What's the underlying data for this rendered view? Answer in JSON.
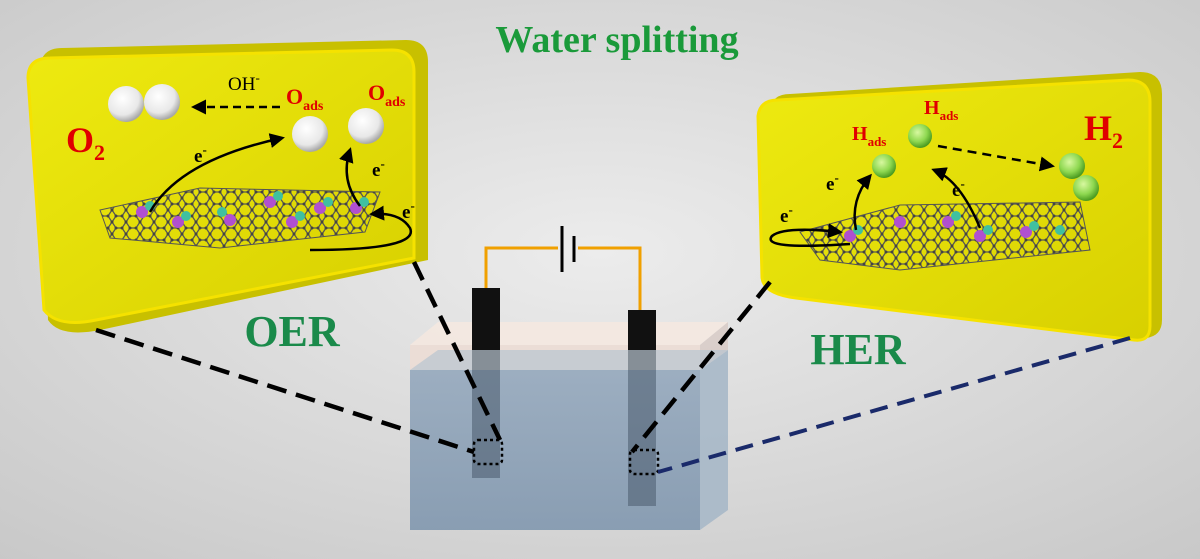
{
  "title": "Water splitting",
  "oer": {
    "label": "OER",
    "product": "O",
    "product_sub": "2",
    "hydroxide": "OH",
    "hydroxide_sup": "-",
    "adsorbate_1": "O",
    "adsorbate_1_sub": "ads",
    "adsorbate_2": "O",
    "adsorbate_2_sub": "ads",
    "electron_1": "e",
    "electron_1_sup": "-",
    "electron_2": "e",
    "electron_2_sup": "-",
    "electron_3": "e",
    "electron_3_sup": "-"
  },
  "her": {
    "label": "HER",
    "product": "H",
    "product_sub": "2",
    "adsorbate_1": "H",
    "adsorbate_1_sub": "ads",
    "adsorbate_2": "H",
    "adsorbate_2_sub": "ads",
    "electron_1": "e",
    "electron_1_sup": "-",
    "electron_2": "e",
    "electron_2_sup": "-",
    "electron_3": "e",
    "electron_3_sup": "-"
  },
  "colors": {
    "background": "#d9d9d9",
    "panel": "#e8e400",
    "panel_edge": "#f0e000",
    "title_green": "#1a9a3a",
    "label_green": "#1a8a4a",
    "species_red": "#e00000",
    "water": "#8aa0b8",
    "electrode": "#111111",
    "wire": "#f0a000",
    "her_connector": "#1a2a6a"
  }
}
